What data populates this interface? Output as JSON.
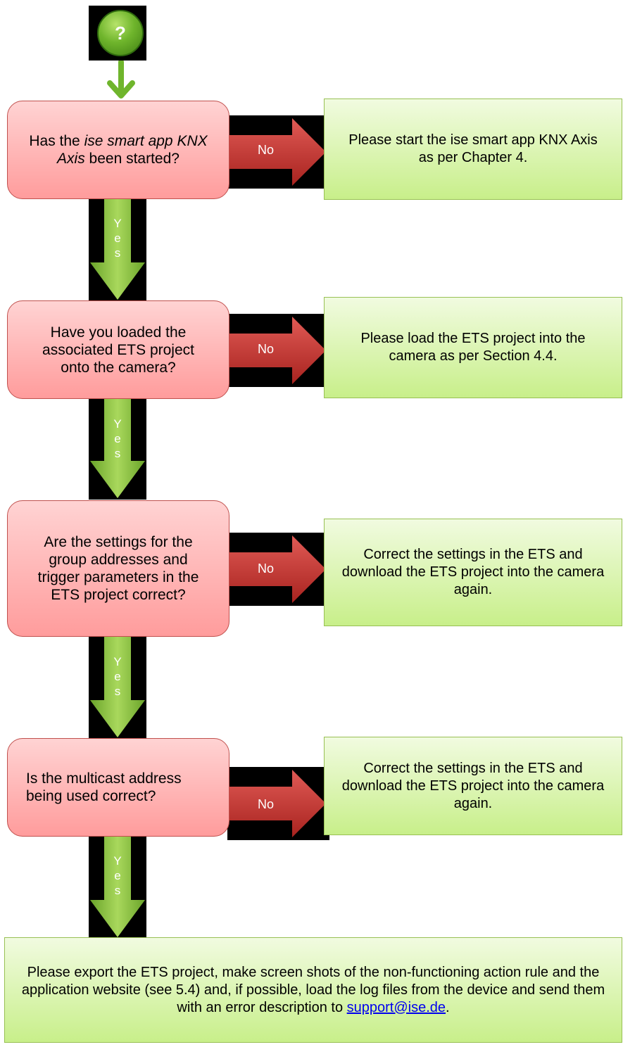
{
  "start": {
    "symbol": "?"
  },
  "steps": [
    {
      "question_parts": [
        "Has the ",
        "ise smart app KNX Axis",
        " been started?"
      ],
      "no_label": "No",
      "action": "Please start the ise smart app KNX Axis as per Chapter 4.",
      "yes_letters": [
        "Y",
        "e",
        "s"
      ]
    },
    {
      "question": "Have you loaded the associated ETS project onto the camera?",
      "no_label": "No",
      "action": "Please load the ETS project into the camera as per Section 4.4.",
      "yes_letters": [
        "Y",
        "e",
        "s"
      ]
    },
    {
      "question": "Are the settings for the group addresses and trigger parameters in the ETS project correct?",
      "no_label": "No",
      "action": "Correct the settings in the ETS and download the ETS project into the camera again.",
      "yes_letters": [
        "Y",
        "e",
        "s"
      ]
    },
    {
      "question": "Is the multicast address being used correct?",
      "no_label": "No",
      "action": "Correct the settings in the ETS and download the ETS project into the camera again.",
      "yes_letters": [
        "Y",
        "e",
        "s"
      ]
    }
  ],
  "final": {
    "text": "Please export the ETS project, make screen shots of the non-functioning action rule and the application website (see 5.4) and, if possible, load the log files from the device and send them with an error description to ",
    "email": "support@ise.de",
    "end": "."
  }
}
